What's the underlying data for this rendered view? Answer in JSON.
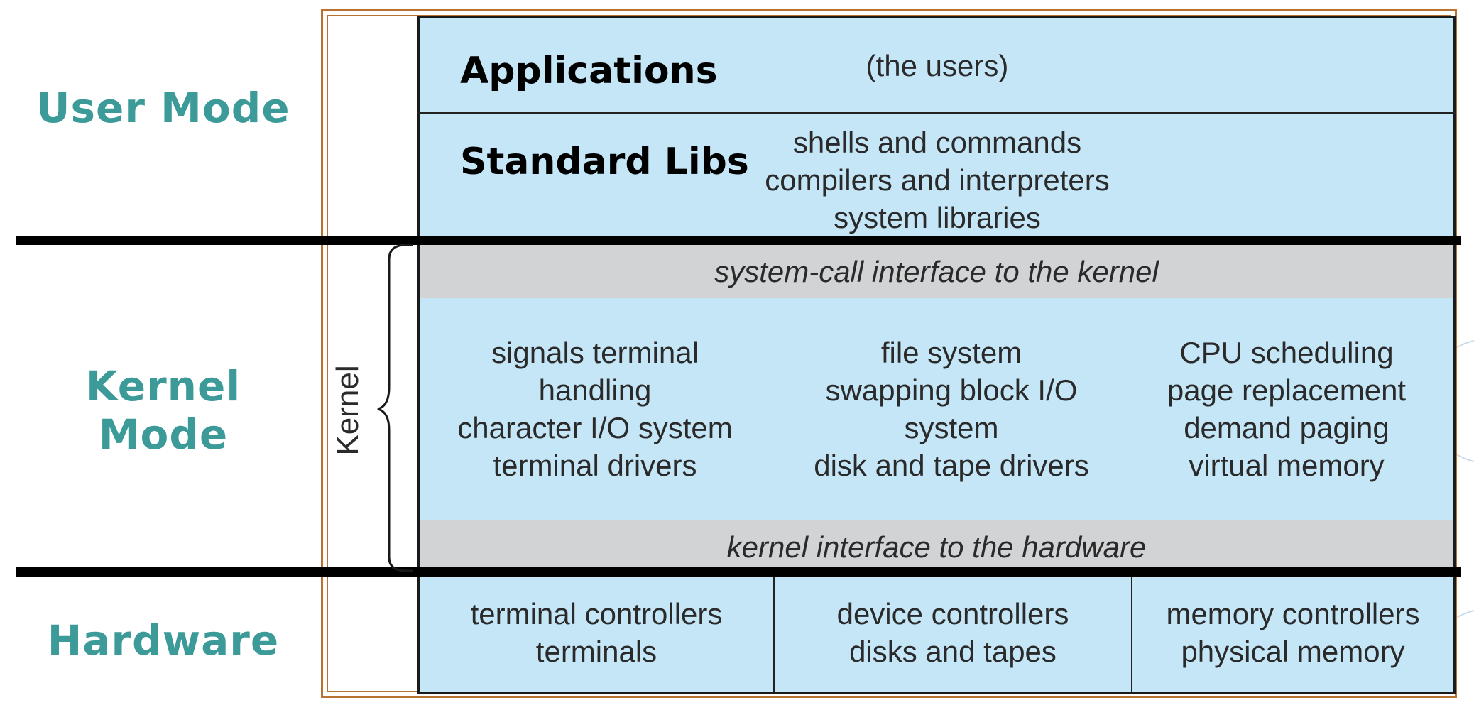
{
  "modes": {
    "user": "User Mode",
    "kernel": "Kernel Mode",
    "hardware": "Hardware"
  },
  "layers": {
    "applications": {
      "title": "Applications",
      "note": "(the users)"
    },
    "standard_libs": {
      "title": "Standard Libs",
      "lines": [
        "shells and commands",
        "compilers and interpreters",
        "system libraries"
      ]
    },
    "syscall_interface": "system-call interface to the kernel",
    "kernel_label": "Kernel",
    "kernel_columns": [
      [
        "signals terminal",
        "handling",
        "character I/O system",
        "terminal drivers"
      ],
      [
        "file system",
        "swapping block I/O",
        "system",
        "disk and tape drivers"
      ],
      [
        "CPU scheduling",
        "page replacement",
        "demand paging",
        "virtual memory"
      ]
    ],
    "hardware_interface": "kernel interface to the hardware",
    "hardware_columns": [
      [
        "terminal controllers",
        "terminals"
      ],
      [
        "device controllers",
        "disks and tapes"
      ],
      [
        "memory controllers",
        "physical memory"
      ]
    ]
  },
  "colors": {
    "panel": "#c5e6f7",
    "interface_band": "#d2d3d5",
    "mode_label": "#3c9a98",
    "frame": "#b87333"
  }
}
